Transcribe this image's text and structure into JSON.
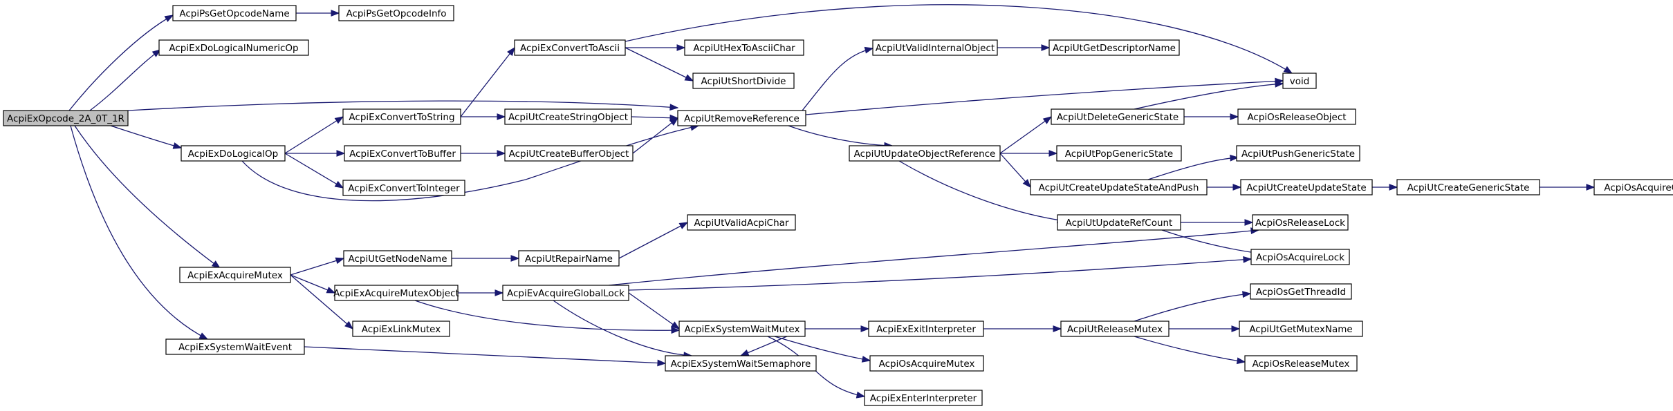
{
  "graph": {
    "nodes": [
      {
        "id": "n0",
        "label": "AcpiExOpcode_2A_0T_1R",
        "root": true
      },
      {
        "id": "n1",
        "label": "AcpiPsGetOpcodeName"
      },
      {
        "id": "n2",
        "label": "AcpiPsGetOpcodeInfo"
      },
      {
        "id": "n3",
        "label": "AcpiExDoLogicalNumericOp"
      },
      {
        "id": "n4",
        "label": "AcpiUtRemoveReference"
      },
      {
        "id": "n5",
        "label": "AcpiExDoLogicalOp"
      },
      {
        "id": "n6",
        "label": "AcpiExAcquireMutex"
      },
      {
        "id": "n7",
        "label": "AcpiExSystemWaitEvent"
      },
      {
        "id": "n8",
        "label": "AcpiExConvertToAscii"
      },
      {
        "id": "n9",
        "label": "AcpiUtHexToAsciiChar"
      },
      {
        "id": "n10",
        "label": "AcpiUtShortDivide"
      },
      {
        "id": "n11",
        "label": "void"
      },
      {
        "id": "n12",
        "label": "AcpiExConvertToString"
      },
      {
        "id": "n13",
        "label": "AcpiUtCreateStringObject"
      },
      {
        "id": "n14",
        "label": "AcpiExConvertToBuffer"
      },
      {
        "id": "n15",
        "label": "AcpiUtCreateBufferObject"
      },
      {
        "id": "n16",
        "label": "AcpiExConvertToInteger"
      },
      {
        "id": "n17",
        "label": "AcpiUtValidInternalObject"
      },
      {
        "id": "n18",
        "label": "AcpiUtGetDescriptorName"
      },
      {
        "id": "n19",
        "label": "AcpiUtUpdateObjectReference"
      },
      {
        "id": "n20",
        "label": "AcpiUtDeleteGenericState"
      },
      {
        "id": "n21",
        "label": "AcpiOsReleaseObject"
      },
      {
        "id": "n22",
        "label": "AcpiUtPopGenericState"
      },
      {
        "id": "n23",
        "label": "AcpiUtCreateUpdateStateAndPush"
      },
      {
        "id": "n24",
        "label": "AcpiUtPushGenericState"
      },
      {
        "id": "n25",
        "label": "AcpiUtCreateUpdateState"
      },
      {
        "id": "n26",
        "label": "AcpiUtCreateGenericState"
      },
      {
        "id": "n27",
        "label": "AcpiOsAcquireObject"
      },
      {
        "id": "n28",
        "label": "AcpiUtUpdateRefCount"
      },
      {
        "id": "n29",
        "label": "AcpiOsReleaseLock"
      },
      {
        "id": "n30",
        "label": "AcpiOsAcquireLock"
      },
      {
        "id": "n31",
        "label": "AcpiUtValidAcpiChar"
      },
      {
        "id": "n32",
        "label": "AcpiUtGetNodeName"
      },
      {
        "id": "n33",
        "label": "AcpiUtRepairName"
      },
      {
        "id": "n34",
        "label": "AcpiExAcquireMutexObject"
      },
      {
        "id": "n35",
        "label": "AcpiEvAcquireGlobalLock"
      },
      {
        "id": "n36",
        "label": "AcpiExLinkMutex"
      },
      {
        "id": "n37",
        "label": "AcpiExSystemWaitMutex"
      },
      {
        "id": "n38",
        "label": "AcpiExSystemWaitSemaphore"
      },
      {
        "id": "n39",
        "label": "AcpiExExitInterpreter"
      },
      {
        "id": "n40",
        "label": "AcpiUtReleaseMutex"
      },
      {
        "id": "n41",
        "label": "AcpiOsGetThreadId"
      },
      {
        "id": "n42",
        "label": "AcpiUtGetMutexName"
      },
      {
        "id": "n43",
        "label": "AcpiOsReleaseMutex"
      },
      {
        "id": "n44",
        "label": "AcpiOsAcquireMutex"
      },
      {
        "id": "n45",
        "label": "AcpiExEnterInterpreter"
      }
    ],
    "edges": [
      {
        "from": "n0",
        "to": "n1"
      },
      {
        "from": "n0",
        "to": "n3"
      },
      {
        "from": "n0",
        "to": "n4"
      },
      {
        "from": "n0",
        "to": "n5"
      },
      {
        "from": "n0",
        "to": "n6"
      },
      {
        "from": "n0",
        "to": "n7"
      },
      {
        "from": "n1",
        "to": "n2"
      },
      {
        "from": "n5",
        "to": "n12"
      },
      {
        "from": "n5",
        "to": "n14"
      },
      {
        "from": "n5",
        "to": "n16"
      },
      {
        "from": "n5",
        "to": "n4"
      },
      {
        "from": "n12",
        "to": "n8"
      },
      {
        "from": "n12",
        "to": "n13"
      },
      {
        "from": "n14",
        "to": "n15"
      },
      {
        "from": "n8",
        "to": "n9"
      },
      {
        "from": "n8",
        "to": "n10"
      },
      {
        "from": "n8",
        "to": "n11"
      },
      {
        "from": "n13",
        "to": "n4"
      },
      {
        "from": "n15",
        "to": "n4"
      },
      {
        "from": "n4",
        "to": "n17"
      },
      {
        "from": "n4",
        "to": "n11"
      },
      {
        "from": "n4",
        "to": "n19"
      },
      {
        "from": "n17",
        "to": "n18"
      },
      {
        "from": "n19",
        "to": "n20"
      },
      {
        "from": "n19",
        "to": "n22"
      },
      {
        "from": "n19",
        "to": "n23"
      },
      {
        "from": "n19",
        "to": "n28"
      },
      {
        "from": "n20",
        "to": "n11"
      },
      {
        "from": "n20",
        "to": "n21"
      },
      {
        "from": "n23",
        "to": "n24"
      },
      {
        "from": "n23",
        "to": "n25"
      },
      {
        "from": "n25",
        "to": "n26"
      },
      {
        "from": "n26",
        "to": "n27"
      },
      {
        "from": "n28",
        "to": "n29"
      },
      {
        "from": "n28",
        "to": "n30"
      },
      {
        "from": "n6",
        "to": "n32"
      },
      {
        "from": "n6",
        "to": "n34"
      },
      {
        "from": "n6",
        "to": "n36"
      },
      {
        "from": "n32",
        "to": "n33"
      },
      {
        "from": "n33",
        "to": "n31"
      },
      {
        "from": "n34",
        "to": "n35"
      },
      {
        "from": "n34",
        "to": "n37"
      },
      {
        "from": "n35",
        "to": "n29"
      },
      {
        "from": "n35",
        "to": "n30"
      },
      {
        "from": "n35",
        "to": "n37"
      },
      {
        "from": "n35",
        "to": "n38"
      },
      {
        "from": "n7",
        "to": "n38"
      },
      {
        "from": "n37",
        "to": "n39"
      },
      {
        "from": "n37",
        "to": "n44"
      },
      {
        "from": "n37",
        "to": "n45"
      },
      {
        "from": "n37",
        "to": "n38"
      },
      {
        "from": "n39",
        "to": "n40"
      },
      {
        "from": "n40",
        "to": "n41"
      },
      {
        "from": "n40",
        "to": "n42"
      },
      {
        "from": "n40",
        "to": "n43"
      }
    ]
  },
  "colors": {
    "edge": "#191970",
    "node_border": "#000000",
    "node_fill": "#ffffff",
    "root_fill": "#bfbfbf"
  }
}
